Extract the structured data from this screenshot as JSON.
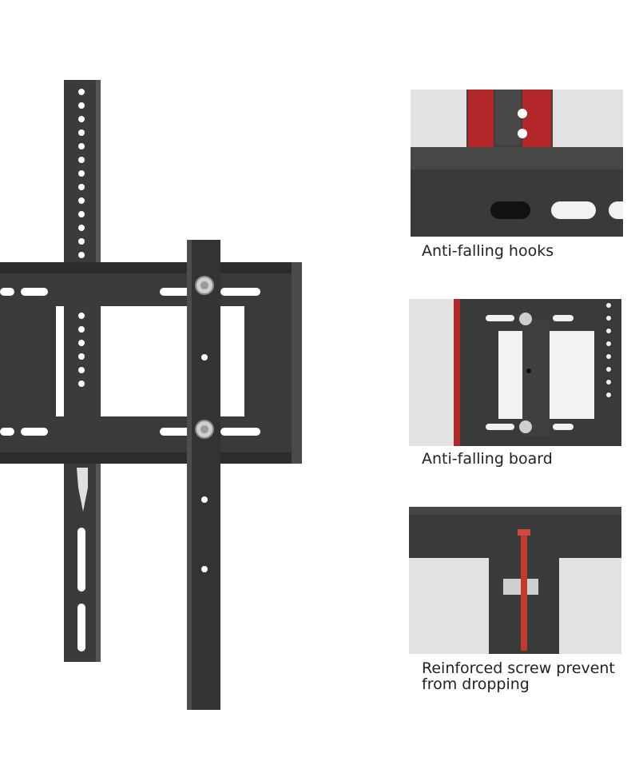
{
  "colors": {
    "steel": "#3b3b3b",
    "steel_dark": "#2c2c2c",
    "steel_edge": "#555555",
    "accent_red": "#b3262a",
    "panel_bg": "#e2e2e2"
  },
  "features": [
    {
      "caption": "Anti-falling hooks",
      "icon": "hook-detail"
    },
    {
      "caption": "Anti-falling board",
      "icon": "board-detail"
    },
    {
      "caption": "Reinforced screw prevent",
      "caption_line2": "from dropping",
      "icon": "screw-detail"
    }
  ]
}
